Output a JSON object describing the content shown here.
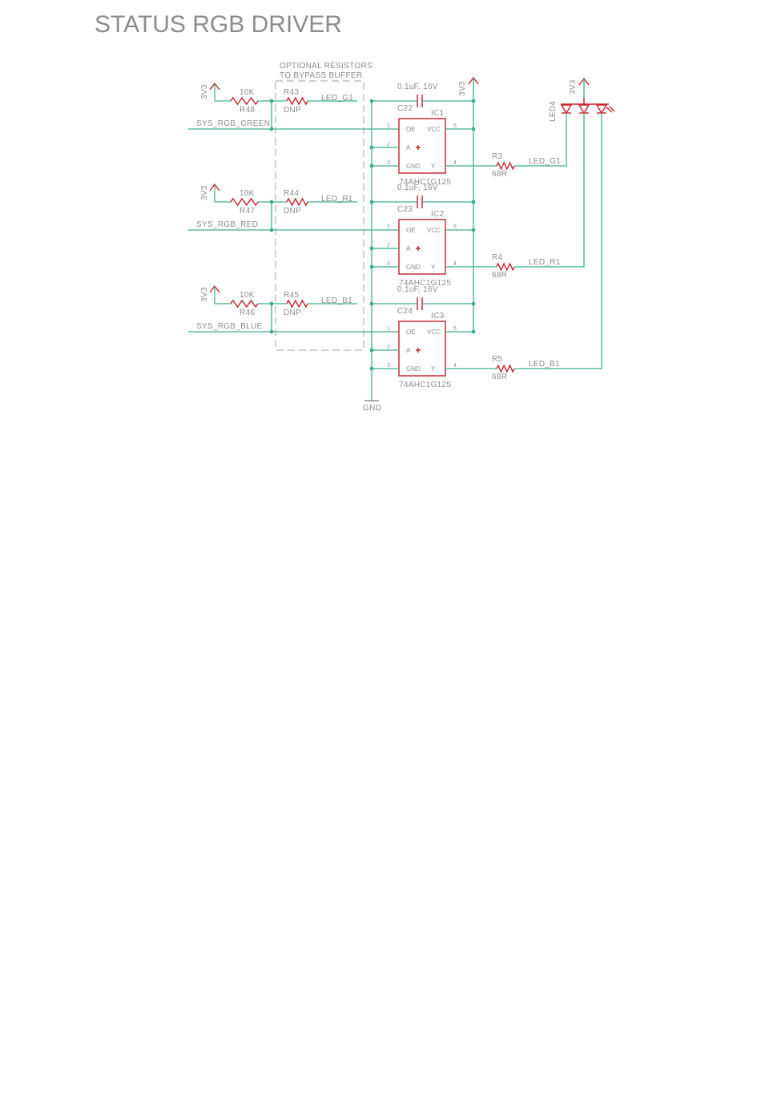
{
  "title": "STATUS RGB DRIVER",
  "note": [
    "OPTIONAL RESISTORS",
    "TO BYPASS BUFFER"
  ],
  "power_label": "3V3",
  "gnd_label": "GND",
  "led": {
    "ref": "LED4"
  },
  "channels": [
    {
      "input": "SYS_RGB_GREEN",
      "pullup": {
        "ref": "R48",
        "value": "10K"
      },
      "bypass": {
        "ref": "R43",
        "value": "DNP"
      },
      "net": "LED_G1",
      "cap": {
        "ref": "C22",
        "value": "0.1uF, 16V"
      },
      "ic": {
        "ref": "IC1",
        "part": "74AHC1G125"
      },
      "series": {
        "ref": "R3",
        "value": "68R"
      }
    },
    {
      "input": "SYS_RGB_RED",
      "pullup": {
        "ref": "R47",
        "value": "10K"
      },
      "bypass": {
        "ref": "R44",
        "value": "DNP"
      },
      "net": "LED_R1",
      "cap": {
        "ref": "C23",
        "value": "0.1uF, 16V"
      },
      "ic": {
        "ref": "IC2",
        "part": "74AHC1G125"
      },
      "series": {
        "ref": "R4",
        "value": "68R"
      }
    },
    {
      "input": "SYS_RGB_BLUE",
      "pullup": {
        "ref": "R46",
        "value": "10K"
      },
      "bypass": {
        "ref": "R45",
        "value": "DNP"
      },
      "net": "LED_B1",
      "cap": {
        "ref": "C24",
        "value": "0.1uF, 16V"
      },
      "ic": {
        "ref": "IC3",
        "part": "74AHC1G125"
      },
      "series": {
        "ref": "R5",
        "value": "68R"
      }
    }
  ],
  "ic_pins": {
    "numbers": [
      "1",
      "2",
      "3",
      "5",
      "4"
    ],
    "names": [
      "OE",
      "VCC",
      "A",
      "GND",
      "Y"
    ]
  },
  "colors": {
    "wire": "#3cb08a",
    "part": "#c8202a",
    "text": "#8c8c8c",
    "box": "#a0a0a0"
  }
}
